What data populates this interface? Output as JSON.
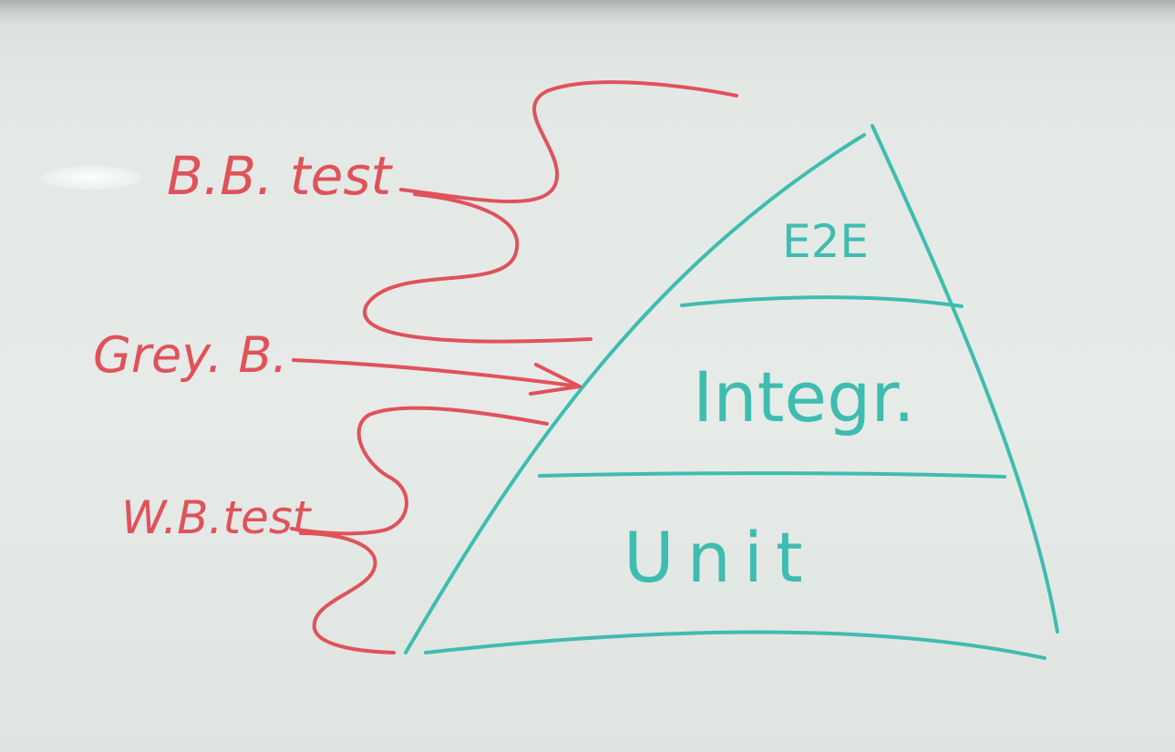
{
  "left_labels": {
    "black_box": "B.B. test",
    "grey_box": "Grey. B.",
    "white_box": "W.B.test"
  },
  "pyramid_levels": {
    "top": "E2E",
    "middle": "Integr.",
    "bottom": "Unit"
  },
  "colors": {
    "red_marker": "#e0525a",
    "teal_marker": "#3fbcb0",
    "board": "#e6ebe8"
  }
}
